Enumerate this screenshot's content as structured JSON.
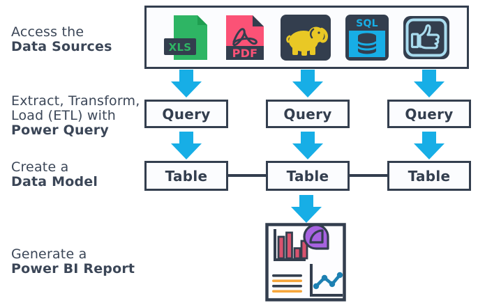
{
  "colors": {
    "ink": "#333e4e",
    "text": "#3b4657",
    "accent": "#17aee6",
    "box-bg": "#fbfcfe",
    "green": "#2eb564",
    "green-dark": "#1f9e50",
    "pink": "#fb5276",
    "yellow": "#e9c825",
    "lightblue": "#a9dcef",
    "bar-red": "#d8536e",
    "purple": "#a763e0",
    "orange": "#f6a63b",
    "chart-blue": "#1d80b2"
  },
  "steps": [
    {
      "lines": [
        "Access the"
      ],
      "bold": "Data Sources"
    },
    {
      "lines": [
        "Extract, Transform,",
        "Load (ETL) with"
      ],
      "bold": "Power Query"
    },
    {
      "lines": [
        "Create a"
      ],
      "bold": "Data Model"
    },
    {
      "lines": [
        "Generate a"
      ],
      "bold": "Power BI Report"
    }
  ],
  "source_icons": {
    "xls_label": "XLS",
    "pdf_label": "PDF",
    "sql_label": "SQL"
  },
  "nodes": {
    "queries": [
      "Query",
      "Query",
      "Query"
    ],
    "tables": [
      "Table",
      "Table",
      "Table"
    ]
  }
}
